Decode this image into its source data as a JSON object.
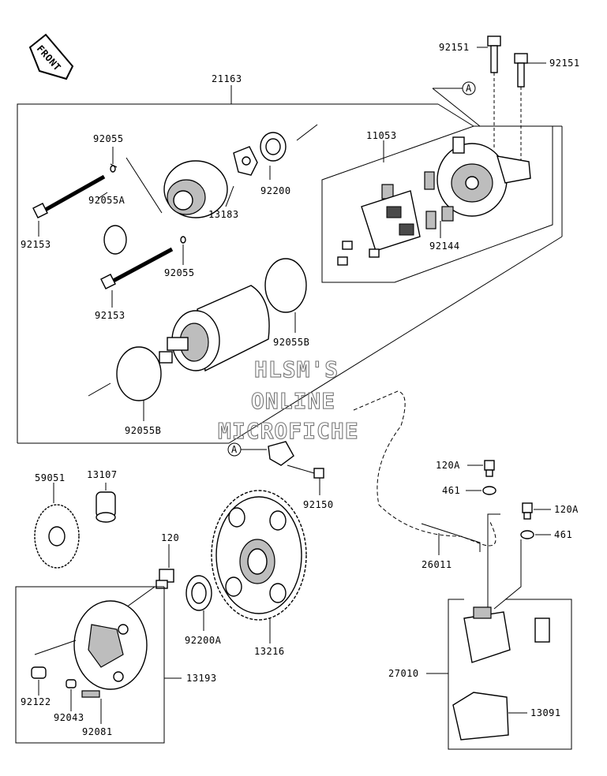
{
  "front_badge": "FRONT",
  "watermark": {
    "line1": "HLSM'S",
    "line2": "ONLINE",
    "line3": "MICROFICHE"
  },
  "ref_marker": "A",
  "labels": {
    "p21163": "21163",
    "p92151_left": "92151",
    "p92151_right": "92151",
    "p11053": "11053",
    "p92055_top": "92055",
    "p92055A": "92055A",
    "p92153_top": "92153",
    "p13183": "13183",
    "p92200": "92200",
    "p92144": "92144",
    "p92055_mid": "92055",
    "p92153_mid": "92153",
    "p92055B_right": "92055B",
    "p92055B_left": "92055B",
    "p92150": "92150",
    "p120A_top": "120A",
    "p461_top": "461",
    "p120A_right": "120A",
    "p461_right": "461",
    "p59051": "59051",
    "p13107": "13107",
    "p120": "120",
    "p26011": "26011",
    "p92200A": "92200A",
    "p13216": "13216",
    "p13193": "13193",
    "p27010": "27010",
    "p13091": "13091",
    "p92122": "92122",
    "p92043": "92043",
    "p92081": "92081"
  }
}
